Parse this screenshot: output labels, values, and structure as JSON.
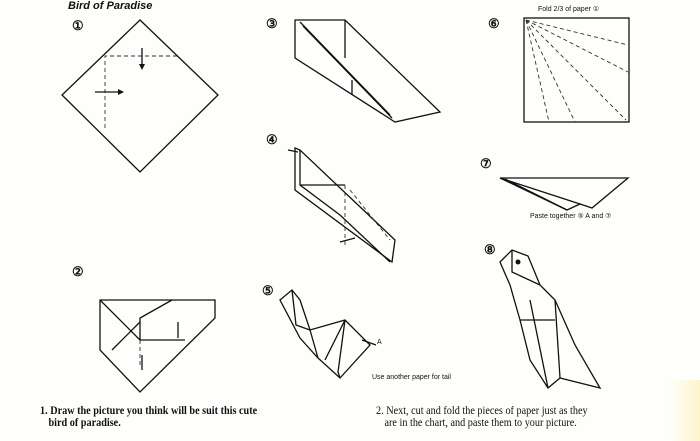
{
  "title": "Bird of Paradise",
  "steps": {
    "s1": "①",
    "s2": "②",
    "s3": "③",
    "s4": "④",
    "s5": "⑤",
    "s6": "⑥",
    "s7": "⑦",
    "s8": "⑧"
  },
  "annotations": {
    "fold": "Fold 2/3 of paper ①",
    "paste": "Paste together ⑤ A and ⑦",
    "point_a": "A",
    "tail": "Use another paper for tail"
  },
  "instructions": [
    {
      "line1": "1. Draw the picture you think will be suit this cute",
      "line2": "bird of paradise."
    },
    {
      "line1": "2. Next, cut and fold the pieces of paper just as they",
      "line2": "are in the chart, and paste them to your picture."
    }
  ]
}
